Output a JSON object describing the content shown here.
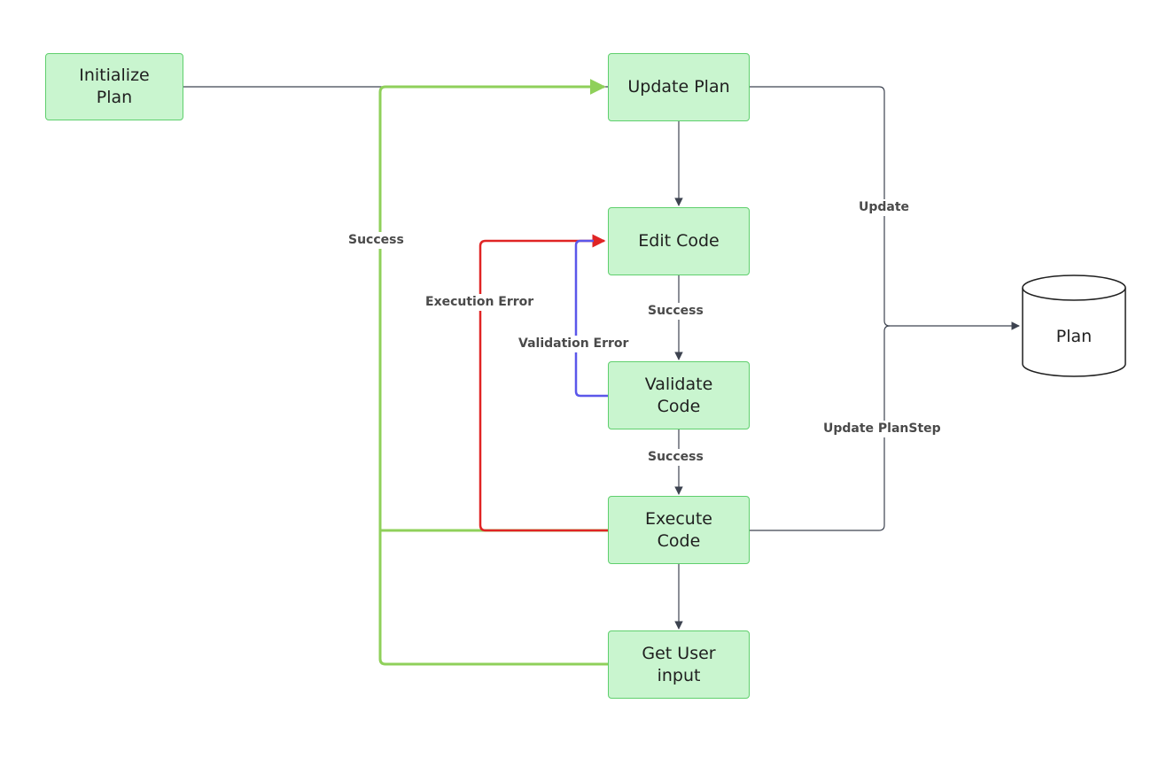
{
  "nodes": {
    "initialize_plan": [
      "Initialize",
      "Plan"
    ],
    "update_plan": [
      "Update Plan"
    ],
    "edit_code": [
      "Edit Code"
    ],
    "validate_code": [
      "Validate",
      "Code"
    ],
    "execute_code": [
      "Execute",
      "Code"
    ],
    "get_user_input": [
      "Get User",
      "input"
    ]
  },
  "datastore": {
    "label": "Plan"
  },
  "edge_labels": {
    "success_loop": "Success",
    "update": "Update",
    "execution_error": "Execution Error",
    "validation_error": "Validation Error",
    "edit_to_validate": "Success",
    "validate_to_execute": "Success",
    "update_plan_step": "Update PlanStep"
  },
  "colors": {
    "node_fill": "#c9f5cf",
    "node_border": "#5fcf6d",
    "connector_dark": "#3d4350",
    "connector_green": "#8fd05a",
    "connector_red": "#e02424",
    "connector_blue": "#5b57ea"
  }
}
